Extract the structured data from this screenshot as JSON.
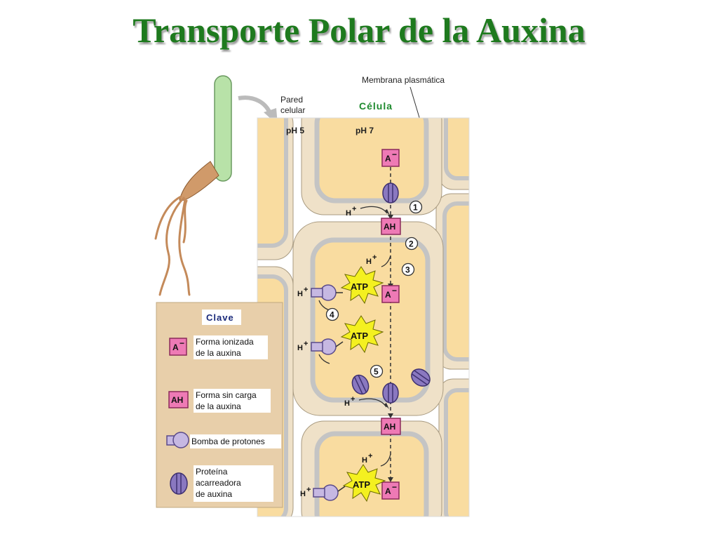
{
  "title": "Transporte Polar de la Auxina",
  "labels": {
    "membrane": "Membrana plasmática",
    "wall_line1": "Pared",
    "wall_line2": "celular",
    "cell": "Célula",
    "ph_wall": "pH 5",
    "ph_cell": "pH 7"
  },
  "molecules": {
    "ionized": "A",
    "ionized_sup": "−",
    "uncharged": "AH",
    "atp": "ATP",
    "proton": "H",
    "proton_sup": "+"
  },
  "steps": [
    "1",
    "2",
    "3",
    "4",
    "5"
  ],
  "key": {
    "title": "Clave",
    "items": [
      {
        "icon": "ionized-auxin-icon",
        "line1": "Forma ionizada",
        "line2": "de la auxina"
      },
      {
        "icon": "uncharged-auxin-icon",
        "line1": "Forma sin carga",
        "line2": "de la auxina"
      },
      {
        "icon": "proton-pump-icon",
        "line1": "Bomba de protones"
      },
      {
        "icon": "auxin-carrier-icon",
        "line1": "Proteína",
        "line2": "acarreadora",
        "line3": "de auxina"
      }
    ]
  },
  "colors": {
    "title": "#1e7a1e",
    "wall": "#efe1c8",
    "cytoplasm": "#f9dca0",
    "membrane": "#c4c4c4",
    "auxin_box": "#ee7ab5",
    "atp_burst": "#f4f020",
    "carrier": "#8a78c0",
    "pump": "#c6b8e2",
    "key_bg": "#e8cfaa",
    "seedling": "#b8e2a8",
    "root": "#d09a6a"
  }
}
